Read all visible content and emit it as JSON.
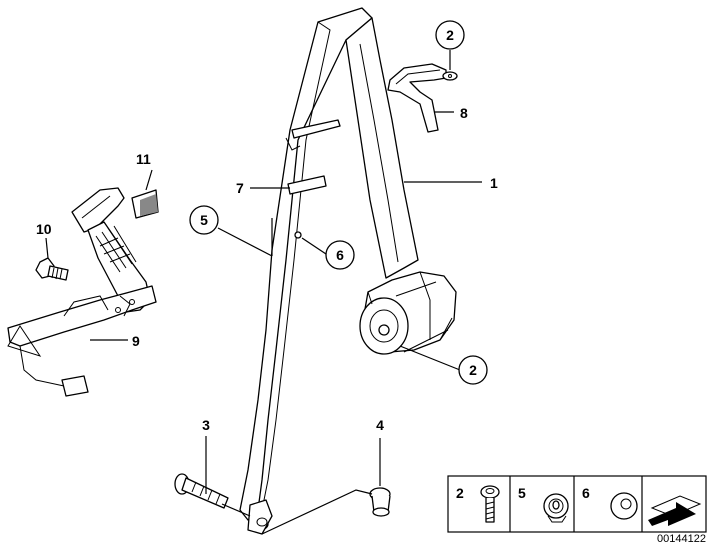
{
  "callouts": {
    "c1": "1",
    "c2a": "2",
    "c2b": "2",
    "c3": "3",
    "c4": "4",
    "c5": "5",
    "c6": "6",
    "c7": "7",
    "c8": "8",
    "c9": "9",
    "c10": "10",
    "c11": "11"
  },
  "legend": {
    "item_2": "2",
    "item_5": "5",
    "item_6": "6"
  },
  "diagram_code": "00144122"
}
